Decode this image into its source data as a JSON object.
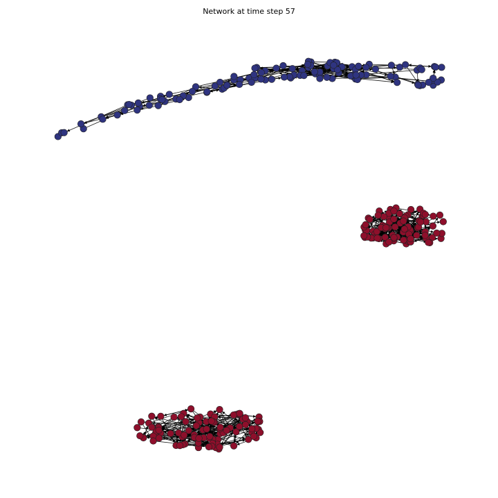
{
  "title": "Network at time step 57",
  "colors": {
    "cluster_blue": "#2f3480",
    "cluster_red": "#8e0f2b",
    "edge": "#000000",
    "background": "#ffffff"
  },
  "diagram": {
    "type": "directed network graph",
    "clusters": [
      {
        "id": "blue-cluster",
        "color_key": "cluster_blue",
        "shape": "elongated band, upper left to upper right"
      },
      {
        "id": "red-cluster-right",
        "color_key": "cluster_red",
        "shape": "dense blob, middle right"
      },
      {
        "id": "red-cluster-bottom",
        "color_key": "cluster_red",
        "shape": "dense blob, bottom center-left"
      }
    ]
  }
}
